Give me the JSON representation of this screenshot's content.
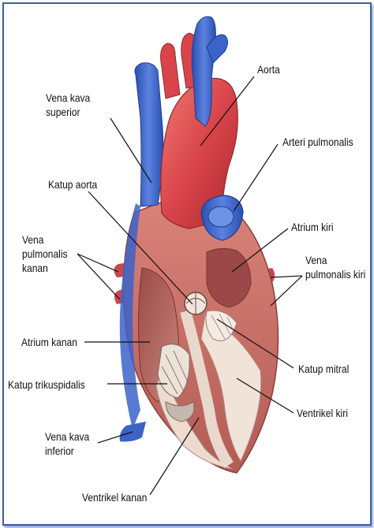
{
  "labels": {
    "aorta": "Aorta",
    "vena_kava_superior_1": "Vena kava",
    "vena_kava_superior_2": "superior",
    "arteri_pulmonalis": "Arteri pulmonalis",
    "katup_aorta": "Katup aorta",
    "atrium_kiri": "Atrium kiri",
    "vena_pulmonalis_kanan_1": "Vena",
    "vena_pulmonalis_kanan_2": "pulmonalis",
    "vena_pulmonalis_kanan_3": "kanan",
    "vena_pulmonalis_kiri_1": "Vena",
    "vena_pulmonalis_kiri_2": "pulmonalis kiri",
    "atrium_kanan": "Atrium kanan",
    "katup_mitral": "Katup mitral",
    "katup_trikuspidalis": "Katup trikuspidalis",
    "ventrikel_kiri": "Ventrikel kiri",
    "vena_kava_inferior_1": "Vena kava",
    "vena_kava_inferior_2": "inferior",
    "ventrikel_kanan": "Ventrikel kanan"
  },
  "colors": {
    "frame": "#3a5fa8",
    "vein_blue": "#3b63c8",
    "artery_red": "#d9444a",
    "muscle": "#c9706a",
    "chamber_inner": "#b05a52",
    "valve_tissue": "#e8d8cc"
  }
}
